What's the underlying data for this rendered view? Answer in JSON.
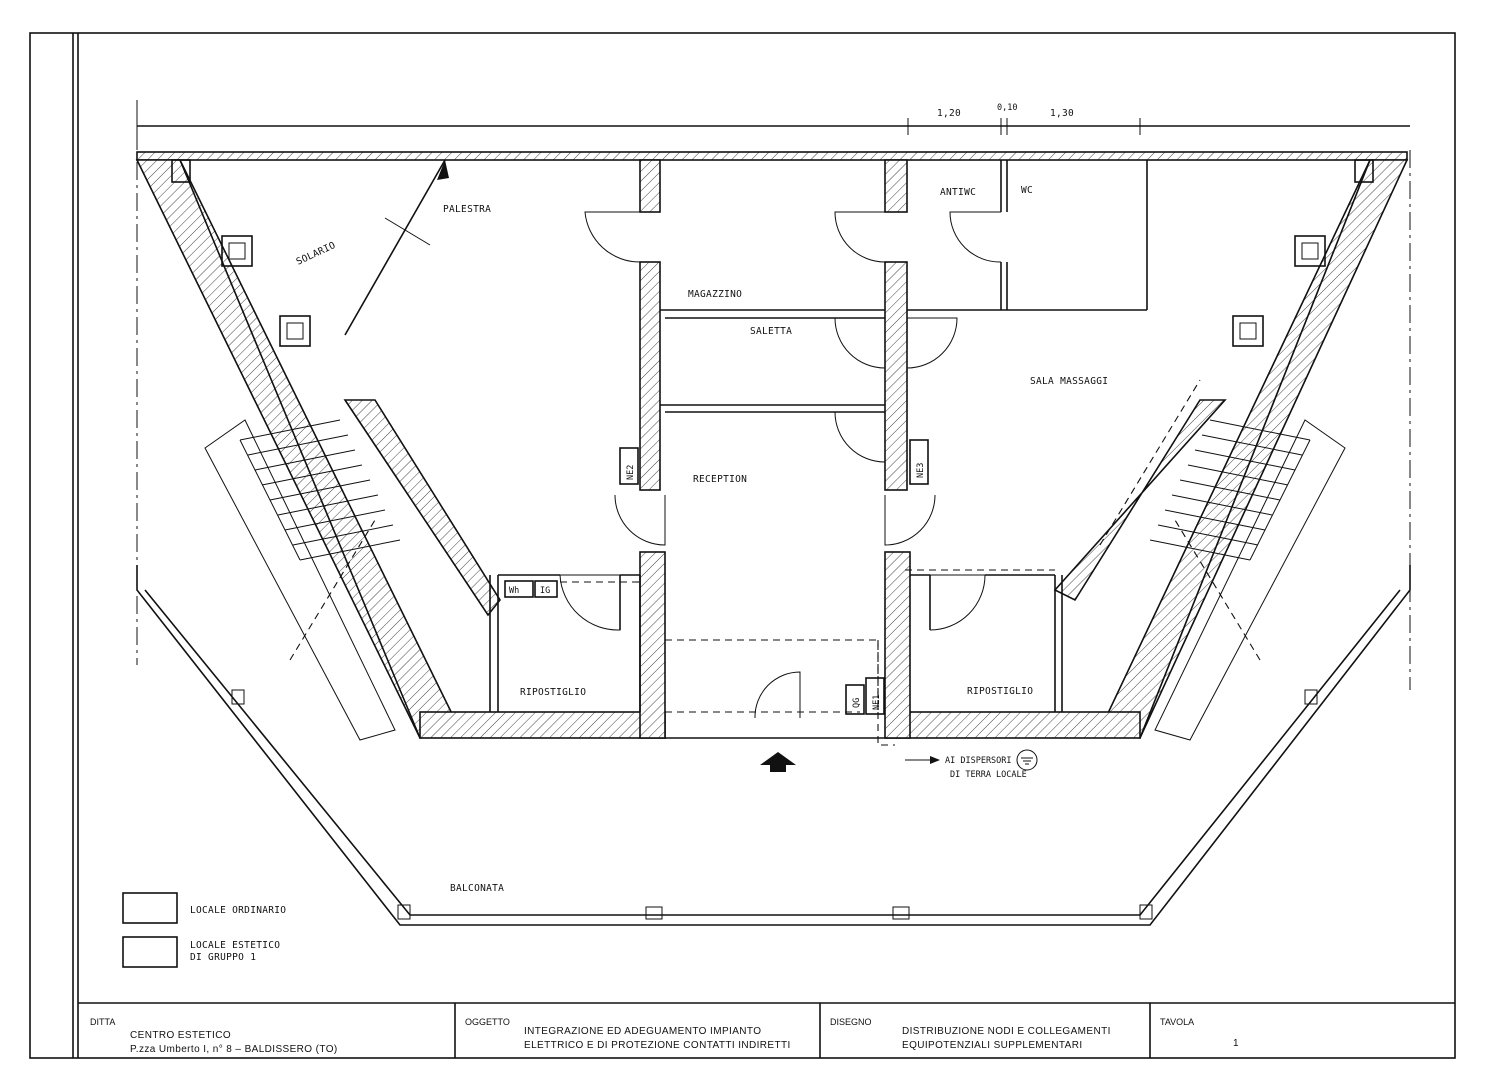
{
  "dimensions": {
    "d1": "1,20",
    "d2": "0,10",
    "d3": "1,30"
  },
  "rooms": {
    "palestra": "PALESTRA",
    "solarium": "SOLARIO",
    "magazzino": "MAGAZZINO",
    "saletta": "SALETTA",
    "antiwc": "ANTIWC",
    "wc": "WC",
    "sala_massaggi": "SALA MASSAGGI",
    "reception": "RECEPTION",
    "ripostiglio_left": "RIPOSTIGLIO",
    "ripostiglio_right": "RIPOSTIGLIO",
    "balconata": "BALCONATA"
  },
  "nodes": {
    "ne1": "NE1",
    "ne2": "NE2",
    "ne3": "NE3",
    "qg": "QG",
    "wh": "Wh",
    "ig": "IG"
  },
  "earth_note": {
    "line1": "AI DISPERSORI",
    "line2": "DI TERRA LOCALE"
  },
  "legend": [
    {
      "label1": "LOCALE ORDINARIO",
      "label2": ""
    },
    {
      "label1": "LOCALE ESTETICO",
      "label2": "DI GRUPPO 1"
    }
  ],
  "title_block": {
    "ditta": {
      "heading": "DITTA",
      "line1": "CENTRO ESTETICO",
      "line2": "P.zza Umberto I, n° 8 – BALDISSERO (TO)"
    },
    "oggetto": {
      "heading": "OGGETTO",
      "line1": "INTEGRAZIONE ED ADEGUAMENTO IMPIANTO",
      "line2": "ELETTRICO E DI PROTEZIONE CONTATTI INDIRETTI"
    },
    "disegno": {
      "heading": "DISEGNO",
      "line1": "DISTRIBUZIONE NODI E COLLEGAMENTI",
      "line2": "EQUIPOTENZIALI SUPPLEMENTARI"
    },
    "tavola": {
      "heading": "TAVOLA",
      "value": "1"
    }
  }
}
